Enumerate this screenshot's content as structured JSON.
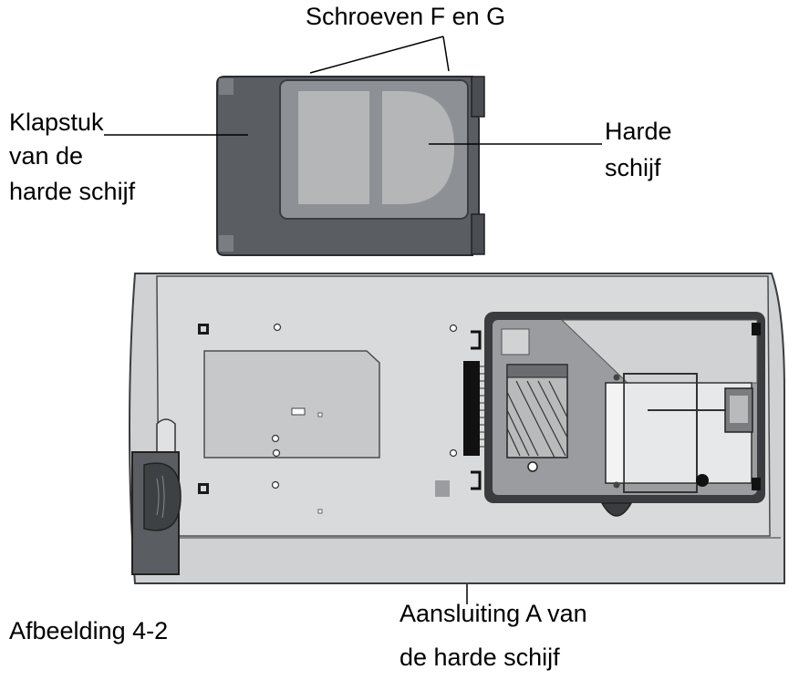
{
  "labels": {
    "screws": "Schroeven F en G",
    "bracket_line1": "Klapstuk",
    "bracket_line2": "van de",
    "bracket_line3": "harde schijf",
    "drive_line1": "Harde",
    "drive_line2": "schijf",
    "connector_line1": "Aansluiting A van",
    "connector_line2": "de harde schijf",
    "figure_caption": "Afbeelding 4-2"
  },
  "colors": {
    "bracket": "#5a5e63",
    "drive": "#8d9196",
    "drive_plate": "#b4b6b8",
    "chassis": "#cfd1d3",
    "chassis_panel": "#d9dadb",
    "bay_frame": "#3a3c3f",
    "bay_board": "#9a9ca0"
  }
}
